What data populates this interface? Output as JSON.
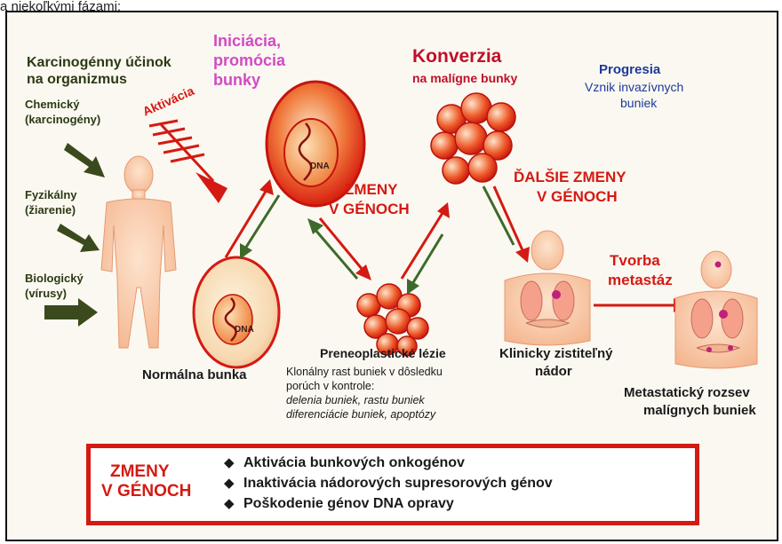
{
  "top_text": "a niekoľkými fázami:",
  "intro": {
    "line1": "Karcinogénny účinok",
    "line2": "na organizmus"
  },
  "factors": {
    "chem1": "Chemický",
    "chem2": "(karcinogény)",
    "phys1": "Fyzikálny",
    "phys2": "(žiarenie)",
    "bio1": "Biologický",
    "bio2": "(vírusy)"
  },
  "activation": "Aktivácia",
  "initiation": {
    "line1": "Iniciácia,",
    "line2": "promócia",
    "line3": "bunky"
  },
  "dna_label": "DNA",
  "conversion": {
    "title": "Konverzia",
    "subtitle": "na malígne bunky"
  },
  "progression": {
    "title": "Progresia",
    "line1": "Vznik invazívnych",
    "line2": "buniek"
  },
  "gene_changes": {
    "line1": "ZMENY",
    "line2": "V GÉNOCH"
  },
  "more_gene_changes": {
    "line1": "ĎALŠIE ZMENY",
    "line2": "V GÉNOCH"
  },
  "metastasis_formation": {
    "line1": "Tvorba",
    "line2": "metastáz"
  },
  "normal_cell": "Normálna bunka",
  "preneoplastic": {
    "title": "Preneoplastické lézie",
    "desc1": "Klonálny rast buniek v dôsledku",
    "desc2": "porúch v kontrole:",
    "desc3": "delenia buniek, rastu buniek",
    "desc4": "diferenciácie buniek, apoptózy"
  },
  "clinical": {
    "line1": "Klinicky zistiteľný",
    "line2": "nádor"
  },
  "metastatic": {
    "line1": "Metastatický rozsev",
    "line2": "malígnych buniek"
  },
  "legend": {
    "title1": "ZMENY",
    "title2": "V GÉNOCH",
    "bullet": "◆",
    "items": [
      "Aktivácia bunkových onkogénov",
      "Inaktivácia nádorových supresorových génov",
      "Poškodenie génov DNA opravy"
    ]
  }
}
